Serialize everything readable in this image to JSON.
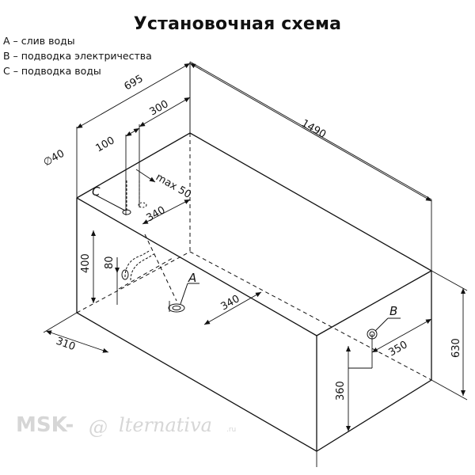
{
  "title": "Установочная схема",
  "legend": [
    "A – слив воды",
    "B – подводка электричества",
    "C – подводка воды"
  ],
  "dimensions": {
    "width_top": "695",
    "offset_300": "300",
    "offset_100": "100",
    "diameter": "∅40",
    "max": "max 50",
    "length": "1490",
    "offset_340_top": "340",
    "offset_340_floor": "340",
    "height_400": "400",
    "height_80": "80",
    "depth_310": "310",
    "offset_350": "350",
    "height_360": "360",
    "height_630": "630"
  },
  "labels": {
    "a": "A",
    "b": "B",
    "c": "C"
  },
  "watermark": {
    "left": "MSK-",
    "at": "@",
    "right": "lternativa",
    "suffix": ".ru"
  }
}
